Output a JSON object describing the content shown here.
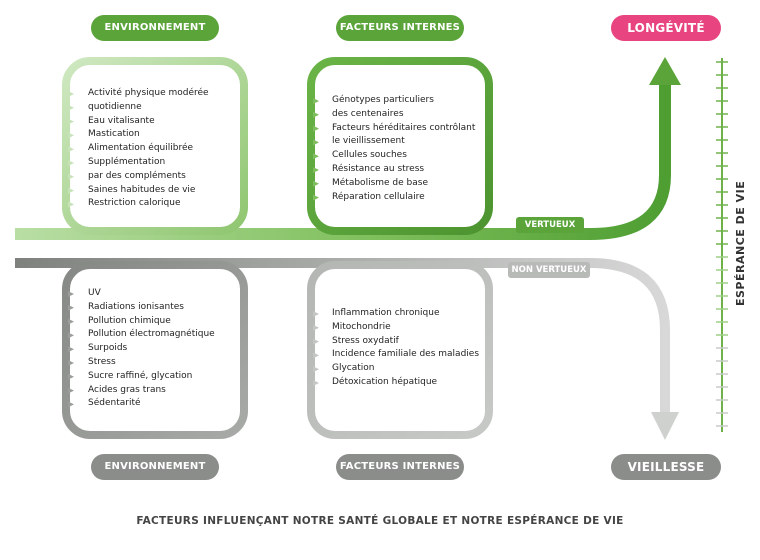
{
  "top_left": {
    "header": "ENVIRONNEMENT",
    "items": [
      "Activité physique modérée",
      "quotidienne",
      "Eau vitalisante",
      "Mastication",
      "Alimentation équilibrée",
      "Supplémentation",
      "par des compléments",
      "Saines habitudes de vie",
      "Restriction calorique"
    ]
  },
  "top_middle": {
    "header": "FACTEURS INTERNES",
    "items": [
      "Génotypes particuliers",
      "des centenaires",
      "Facteurs héréditaires contrôlant",
      "le vieillissement",
      "Cellules souches",
      "Résistance au stress",
      "Métabolisme de base",
      "Réparation cellulaire"
    ]
  },
  "bottom_left": {
    "header": "ENVIRONNEMENT",
    "items": [
      "UV",
      "Radiations ionisantes",
      "Pollution chimique",
      "Pollution électromagnétique",
      "Surpoids",
      "Stress",
      "Sucre raffiné, glycation",
      "Acides gras trans",
      "Sédentarité"
    ]
  },
  "bottom_middle": {
    "header": "FACTEURS INTERNES",
    "items": [
      "Inflammation chronique",
      "Mitochondrie",
      "Stress oxydatif",
      "Incidence familiale des maladies",
      "Glycation",
      "Détoxication hépatique"
    ]
  },
  "outcomes": {
    "top": "LONGÉVITÉ",
    "bottom": "VIEILLESSE"
  },
  "paths": {
    "virtuous": "VERTUEUX",
    "non_virtuous": "NON VERTUEUX"
  },
  "axis_label": "ESPÉRANCE DE VIE",
  "caption": "FACTEURS INFLUENÇANT NOTRE SANTÉ GLOBALE ET NOTRE ESPÉRANCE DE VIE",
  "colors": {
    "green_dark": "#5aa43a",
    "green_light": "#a9d48f",
    "pink": "#e8447f",
    "gray_dark": "#8a8d8a",
    "gray_light": "#cfd1cf",
    "bullet_green": "#b8dca6",
    "bullet_gray": "#aaaaaa"
  }
}
